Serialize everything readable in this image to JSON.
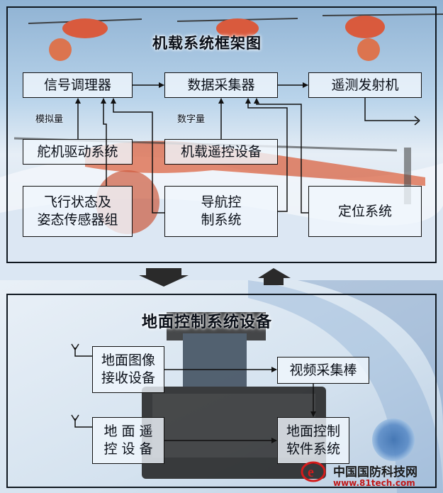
{
  "upper": {
    "title": "机载系统框架图",
    "boxes": {
      "signal_conditioner": "信号调理器",
      "data_acquisition": "数据采集器",
      "telemetry_transmitter": "遥测发射机",
      "servo_drive": "舵机驱动系统",
      "airborne_remote_control": "机载遥控设备",
      "flight_sensors_line1": "飞行状态及",
      "flight_sensors_line2": "姿态传感器组",
      "navigation_line1": "导航控",
      "navigation_line2": "制系统",
      "positioning": "定位系统"
    },
    "labels": {
      "analog": "模拟量",
      "digital": "数字量"
    }
  },
  "lower": {
    "title": "地面控制系统设备",
    "boxes": {
      "image_receiver_line1": "地面图像",
      "image_receiver_line2": "接收设备",
      "video_capture": "视频采集棒",
      "ground_remote_line1": "地 面 遥",
      "ground_remote_line2": "控 设 备",
      "ground_software_line1": "地面控制",
      "ground_software_line2": "软件系统"
    }
  },
  "logo": {
    "name": "中国国防科技网",
    "url": "www.81tech.com"
  },
  "colors": {
    "line": "#111111",
    "box_fill": "#f0f6fc",
    "logo_red": "#d41c1c",
    "sky_top": "#9fc0dd"
  }
}
